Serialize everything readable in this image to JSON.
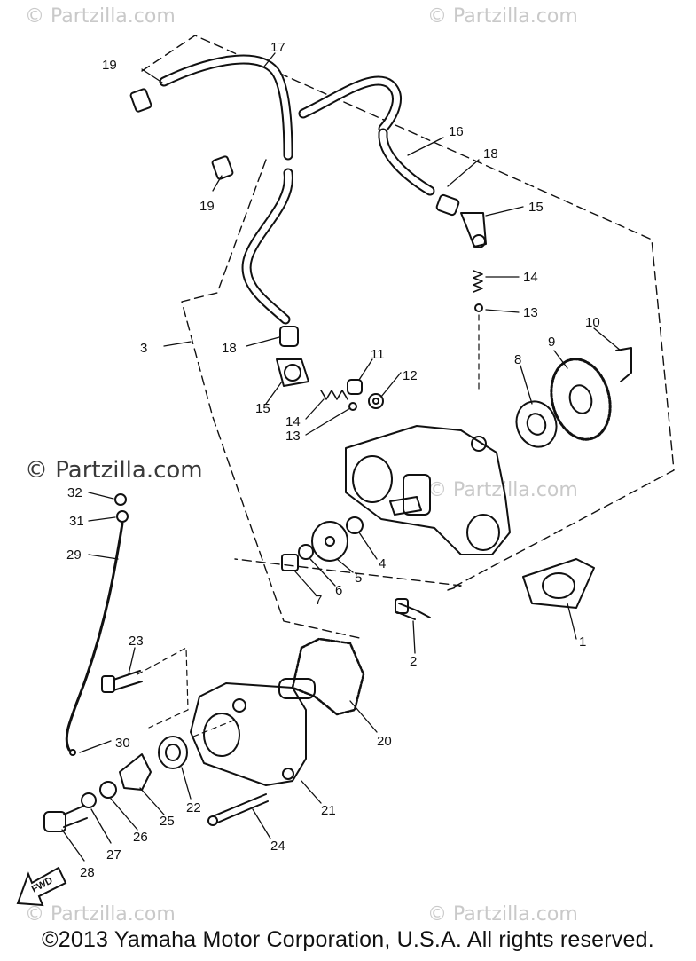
{
  "watermarks": {
    "top_left": "© Partzilla.com",
    "top_right": "© Partzilla.com",
    "middle": "© Partzilla.com",
    "middle_right": "© Partzilla.com",
    "bottom_left": "© Partzilla.com",
    "bottom_right": "© Partzilla.com"
  },
  "copyright": "©2013 Yamaha Motor Corporation, U.S.A. All rights reserved.",
  "fwd_label": "FWD",
  "callouts": {
    "c1": "1",
    "c2": "2",
    "c3": "3",
    "c4": "4",
    "c5": "5",
    "c6": "6",
    "c7": "7",
    "c8": "8",
    "c9": "9",
    "c10": "10",
    "c11": "11",
    "c12": "12",
    "c13a": "13",
    "c13b": "13",
    "c14a": "14",
    "c14b": "14",
    "c15a": "15",
    "c15b": "15",
    "c16": "16",
    "c17": "17",
    "c18a": "18",
    "c18b": "18",
    "c19a": "19",
    "c19b": "19",
    "c20": "20",
    "c21": "21",
    "c22": "22",
    "c23": "23",
    "c24": "24",
    "c25": "25",
    "c26": "26",
    "c27": "27",
    "c28": "28",
    "c29": "29",
    "c30": "30",
    "c31": "31",
    "c32": "32"
  }
}
